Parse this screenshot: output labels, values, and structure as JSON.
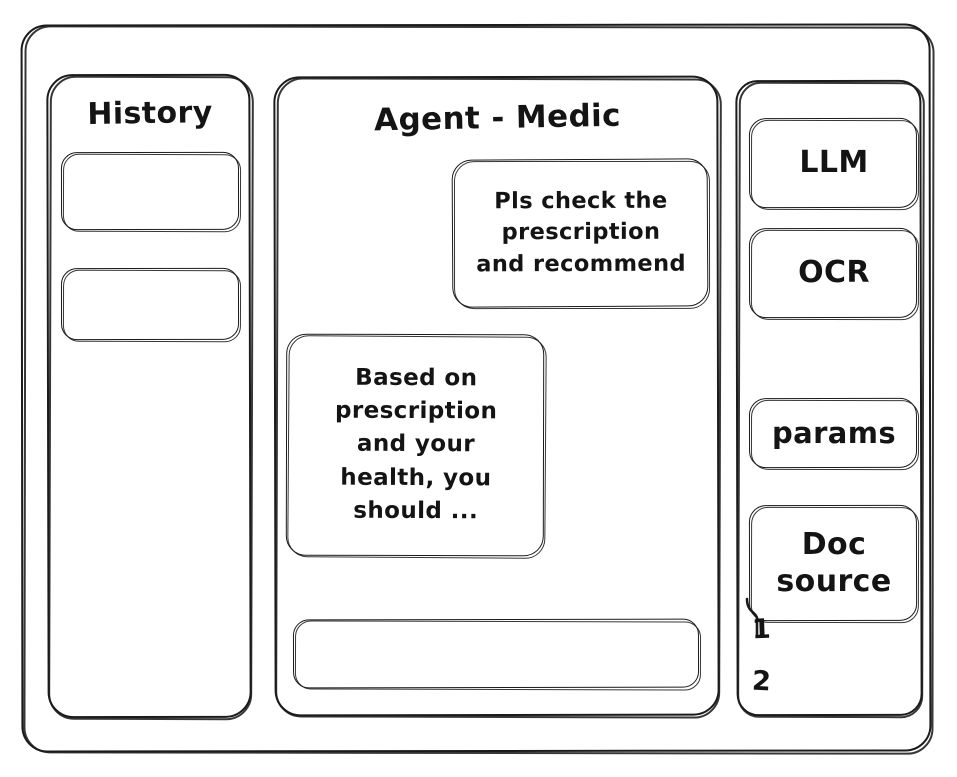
{
  "window": {
    "title": "Agent - Medic"
  },
  "sidebar": {
    "title": "History",
    "items": [
      {
        "label": ""
      },
      {
        "label": ""
      }
    ]
  },
  "chat": {
    "title": "Agent - Medic",
    "messages": [
      {
        "role": "user",
        "text": "Pls check the\nprescription\nand recommend"
      },
      {
        "role": "agent",
        "text": "Based on\nprescription\nand your\nhealth, you\nshould ..."
      }
    ],
    "composer": {
      "value": "",
      "placeholder": ""
    }
  },
  "tools": {
    "cards": [
      {
        "label": "LLM"
      },
      {
        "label": "OCR"
      },
      {
        "label": "params"
      },
      {
        "label": "Doc\nsource"
      }
    ],
    "source_refs": [
      {
        "label": "1"
      },
      {
        "label": "2"
      }
    ]
  },
  "style": {
    "stroke": "#1b1b1b",
    "background": "#ffffff"
  }
}
